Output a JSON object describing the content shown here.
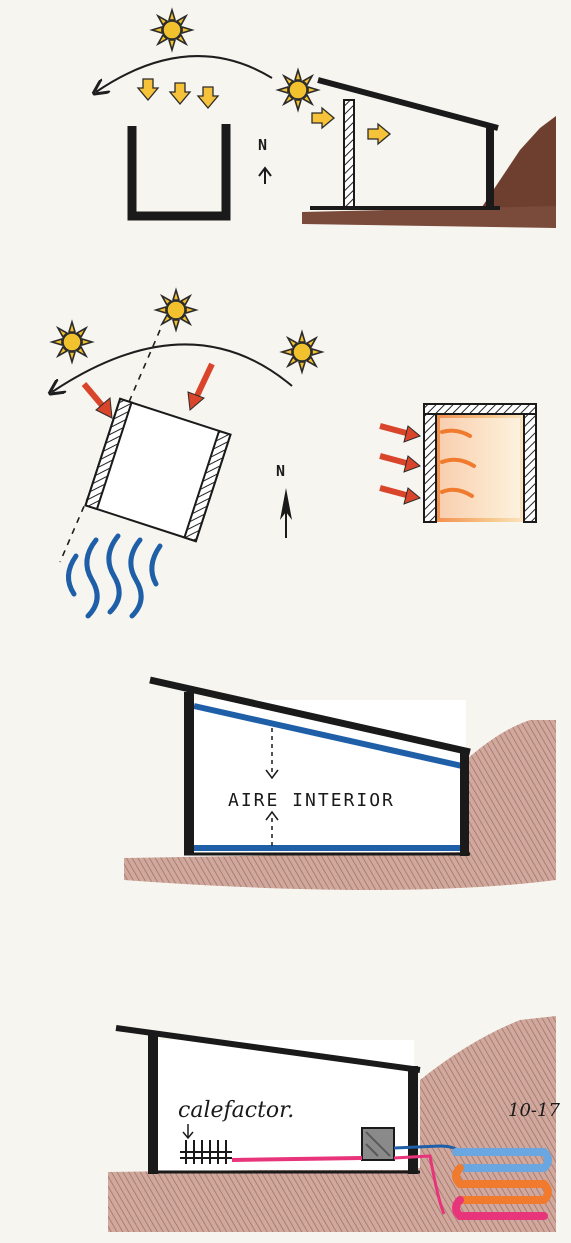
{
  "panels": [
    {
      "name": "sun-path-plan-and-section",
      "north_label": "N"
    },
    {
      "name": "sun-orientation-and-wall-heating",
      "north_label": "N"
    },
    {
      "name": "interior-air-section",
      "label": "AIRE INTERIOR"
    },
    {
      "name": "heater-section",
      "label": "calefactor.",
      "page_label": "10-17"
    }
  ],
  "colors": {
    "sun": "#f2c12e",
    "sun_outline": "#2b2b2b",
    "ink": "#1e1e1e",
    "earth": "#7a4a3a",
    "earth_light": "#b9857a",
    "blue": "#1f5fa8",
    "red_arrow": "#d9452b",
    "heat_orange": "#f39a4a",
    "pink": "#e8347a",
    "orange_coil": "#f07b2e"
  }
}
